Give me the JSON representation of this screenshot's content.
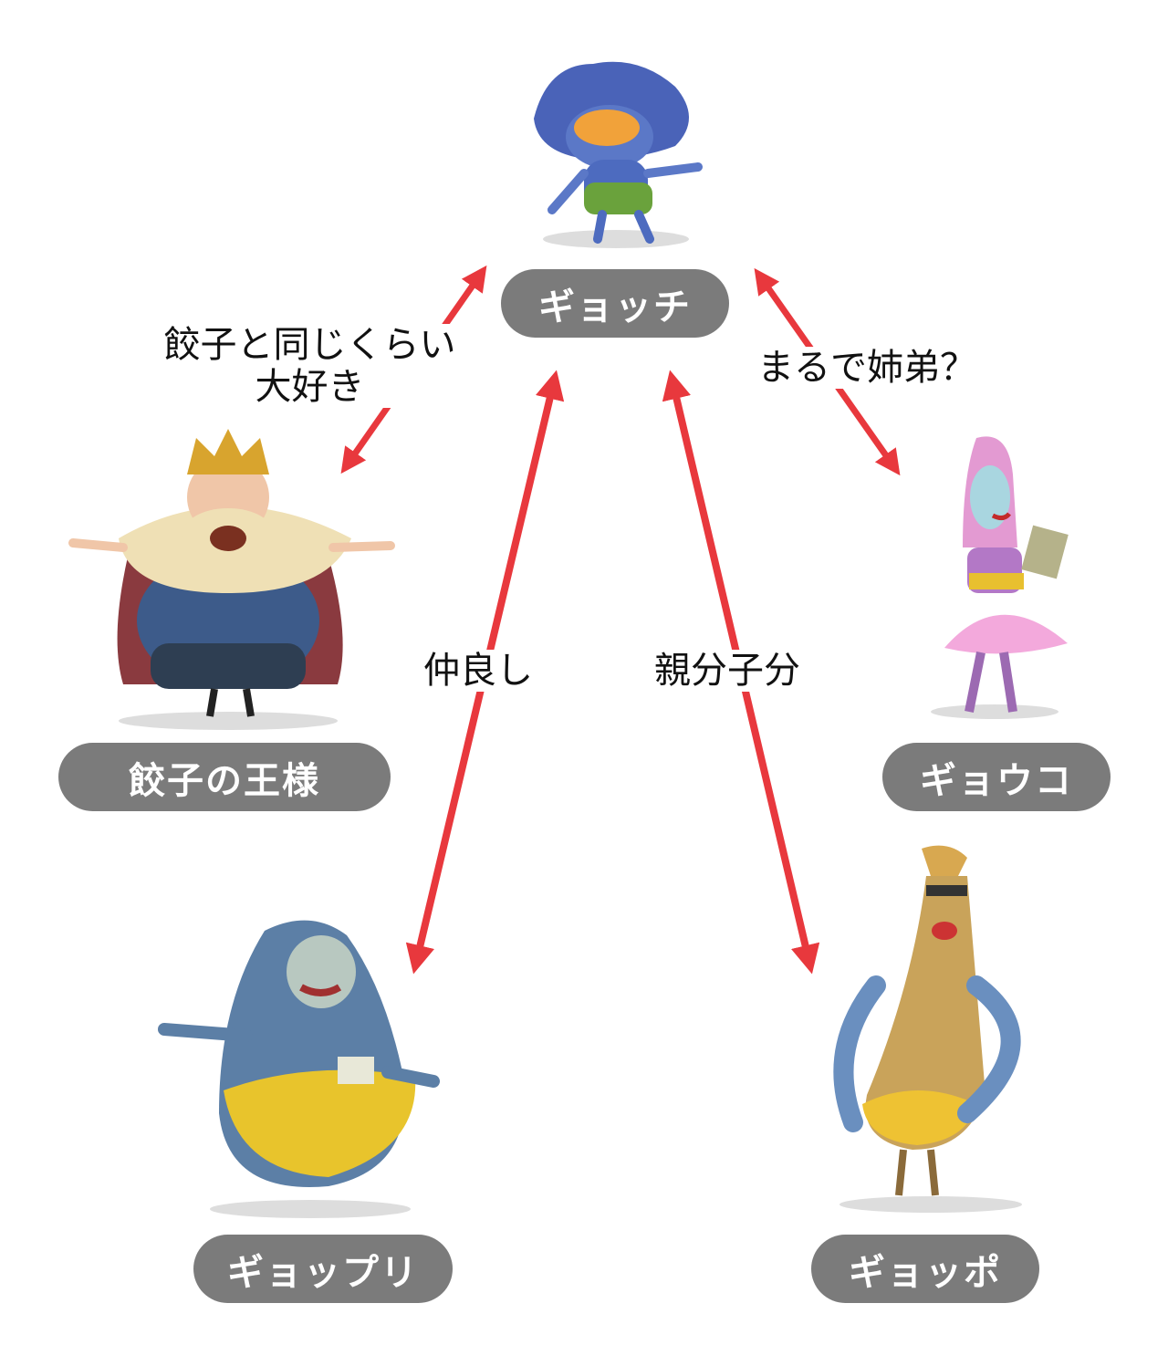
{
  "characters": [
    {
      "id": "gyocchi",
      "name": "ギョッチ"
    },
    {
      "id": "king",
      "name": "餃子の王様"
    },
    {
      "id": "gyouko",
      "name": "ギョウコ"
    },
    {
      "id": "gyoppuri",
      "name": "ギョップリ"
    },
    {
      "id": "gyoppo",
      "name": "ギョッポ"
    }
  ],
  "relations": [
    {
      "from": "ギョッチ",
      "to": "餃子の王様",
      "line1": "餃子と同じくらい",
      "line2": "大好き"
    },
    {
      "from": "ギョッチ",
      "to": "ギョウコ",
      "label": "まるで姉弟？"
    },
    {
      "from": "ギョッチ",
      "to": "ギョップリ",
      "label": "仲良し"
    },
    {
      "from": "ギョッチ",
      "to": "ギョッポ",
      "label": "親分子分"
    }
  ],
  "colors": {
    "arrow": "#e8383d",
    "pill": "#7b7b7b"
  }
}
